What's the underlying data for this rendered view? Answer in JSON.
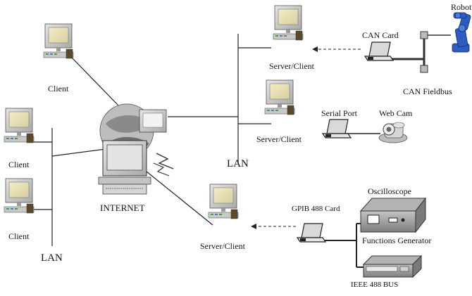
{
  "labels": {
    "robot": "Robot",
    "can_card": "CAN Card",
    "can_fieldbus": "CAN Fieldbus",
    "client_top": "Client",
    "client_mid": "Client",
    "client_bottom": "Client",
    "server_client_1": "Server/Client",
    "server_client_2": "Server/Client",
    "server_client_3": "Server/Client",
    "serial_port": "Serial Port",
    "web_cam": "Web Cam",
    "lan_right": "LAN",
    "lan_left": "LAN",
    "internet": "INTERNET",
    "oscilloscope": "Oscilloscope",
    "gpib_card": "GPIB 488 Card",
    "functions_generator": "Functions Generator",
    "ieee_bus": "IEEE 488 BUS"
  },
  "colors": {
    "monitor_body": "#c8c8c8",
    "monitor_screen": "#e9e0b5",
    "robot_blue": "#2e5bbf",
    "instrument_gray": "#9a9a9a",
    "line": "#222222"
  }
}
